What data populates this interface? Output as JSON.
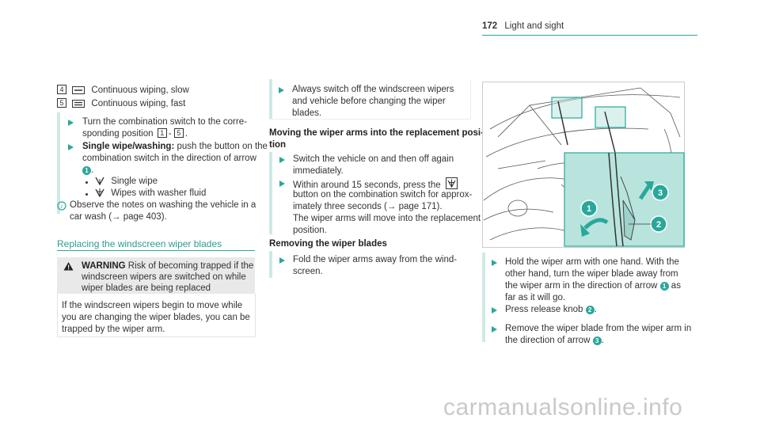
{
  "header": {
    "page_number": "172",
    "title": "Light and sight"
  },
  "col1": {
    "positions": [
      {
        "key": "4",
        "label": "Continuous wiping, slow"
      },
      {
        "key": "5",
        "label": "Continuous wiping, fast"
      }
    ],
    "step1": {
      "line1": "Turn the combination switch to the corre‐",
      "line2_prefix": "sponding position",
      "key_a": "1",
      "dash": "‑",
      "key_b": "5",
      "end": "."
    },
    "step2": {
      "bold": "Single wipe/washing:",
      "line1_rest": "push the button on the",
      "line2": "combination switch in the direction of arrow",
      "arrow_num": "1",
      "end": ".",
      "sub1": "Single wipe",
      "sub2": "Wipes with washer fluid"
    },
    "note": {
      "line1": "Observe the notes on washing the vehicle in a",
      "line2": "car wash (→ page 403)."
    },
    "section_title": "Replacing the windscreen wiper blades",
    "warning": {
      "title": "WARNING",
      "line1": "Risk of becoming trapped if the",
      "line2": "windscreen wipers are switched on while",
      "line3": "wiper blades are being replaced",
      "body1": "If the windscreen wipers begin to move while",
      "body2": "you are changing the wiper blades, you can be",
      "body3": "trapped by the wiper arm."
    }
  },
  "col2": {
    "caution": {
      "line1": "Always switch off the windscreen wipers",
      "line2": "and vehicle before changing the wiper",
      "line3": "blades."
    },
    "moving_head1": "Moving the wiper arms into the replacement posi‐",
    "moving_head2": "tion",
    "step1": {
      "line1": "Switch the vehicle on and then off again",
      "line2": "immediately."
    },
    "step2": {
      "line1_a": "Within around 15 seconds, press the",
      "line2": "button on the combination switch for approx‐",
      "line3": "imately three seconds (→ page 171).",
      "line4": "The wiper arms will move into the replacement",
      "line5": "position."
    },
    "removing_head": "Removing the wiper blades",
    "step3": {
      "line1": "Fold the wiper arms away from the wind‐",
      "line2": "screen."
    }
  },
  "col3": {
    "step1": {
      "line1": "Hold the wiper arm with one hand. With the",
      "line2": "other hand, turn the wiper blade away from",
      "line3": "the wiper arm in the direction of arrow",
      "line3_num": "1",
      "line3_end": "as",
      "line4": "far as it will go."
    },
    "step2": {
      "text": "Press release knob",
      "num": "2",
      "end": "."
    },
    "step3": {
      "line1": "Remove the wiper blade from the wiper arm in",
      "line2": "the direction of arrow",
      "num": "3",
      "end": "."
    },
    "figure_callouts": [
      "1",
      "2",
      "3"
    ]
  },
  "watermark": "carmanualsonline.info",
  "colors": {
    "accent": "#2aa79b",
    "bar": "#cfe9e6",
    "text": "#333333"
  }
}
